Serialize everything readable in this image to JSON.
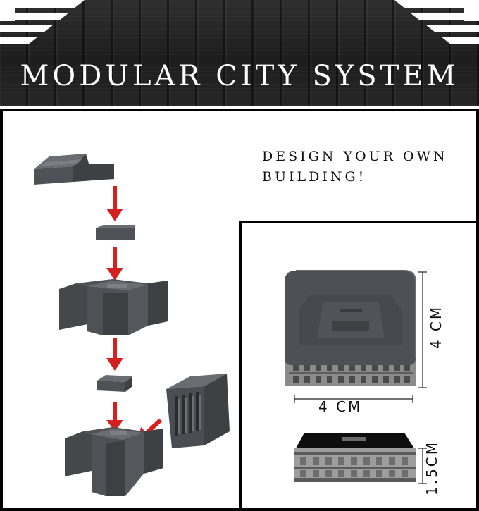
{
  "header": {
    "title": "MODULAR CITY SYSTEM"
  },
  "tagline": {
    "line1": "DESIGN YOUR OWN",
    "line2": "BUILDING!"
  },
  "dimensions": {
    "width_label": "4 CM",
    "height_label": "4 CM",
    "depth_label": "1.5CM"
  },
  "colors": {
    "arrow": "#d42020",
    "module": "#4f5156",
    "module_top": "#6a6c71",
    "module_dark": "#34363a",
    "facade": "#9a9a9a"
  }
}
